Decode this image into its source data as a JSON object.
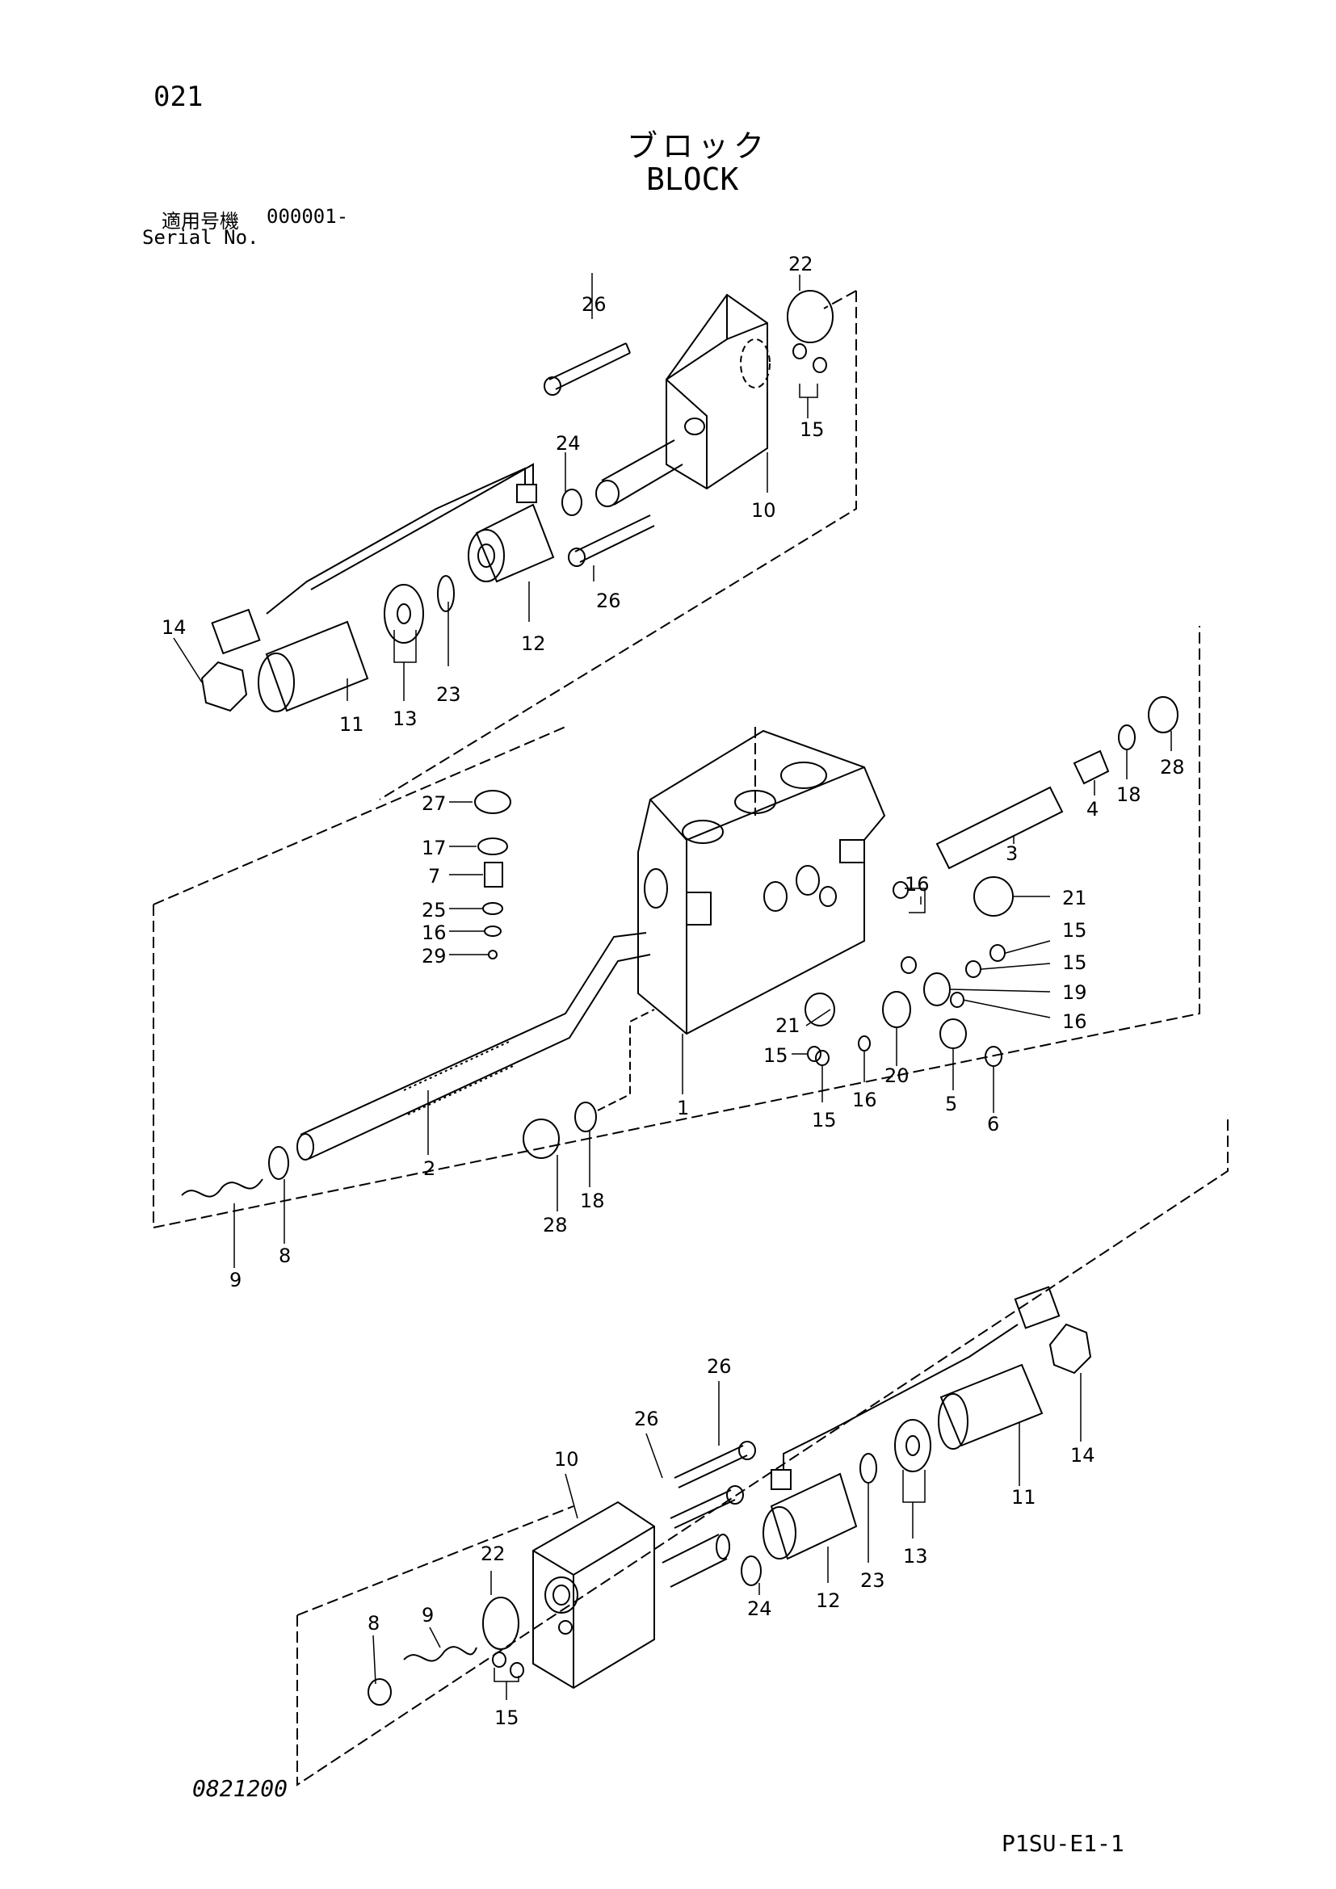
{
  "header": {
    "page_code": "021",
    "title_jp": "ブロック",
    "title_en": "BLOCK",
    "serial_label_jp": "適用号機",
    "serial_number": "000001-",
    "serial_label_en": "Serial No."
  },
  "footer": {
    "drawing_code": "0821200",
    "sheet_code": "P1SU-E1-1"
  },
  "callouts": {
    "upper": [
      "26",
      "22",
      "15",
      "24",
      "10",
      "26",
      "14",
      "11",
      "13",
      "23",
      "12"
    ],
    "middle": [
      "27",
      "17",
      "7",
      "25",
      "16",
      "29",
      "28",
      "18",
      "4",
      "3",
      "16",
      "21",
      "15",
      "15",
      "19",
      "16",
      "21",
      "15",
      "16",
      "20",
      "5",
      "6",
      "15",
      "1",
      "2",
      "28",
      "18",
      "8",
      "9"
    ],
    "lower": [
      "26",
      "26",
      "10",
      "22",
      "9",
      "8",
      "15",
      "24",
      "12",
      "23",
      "13",
      "11",
      "14"
    ]
  }
}
